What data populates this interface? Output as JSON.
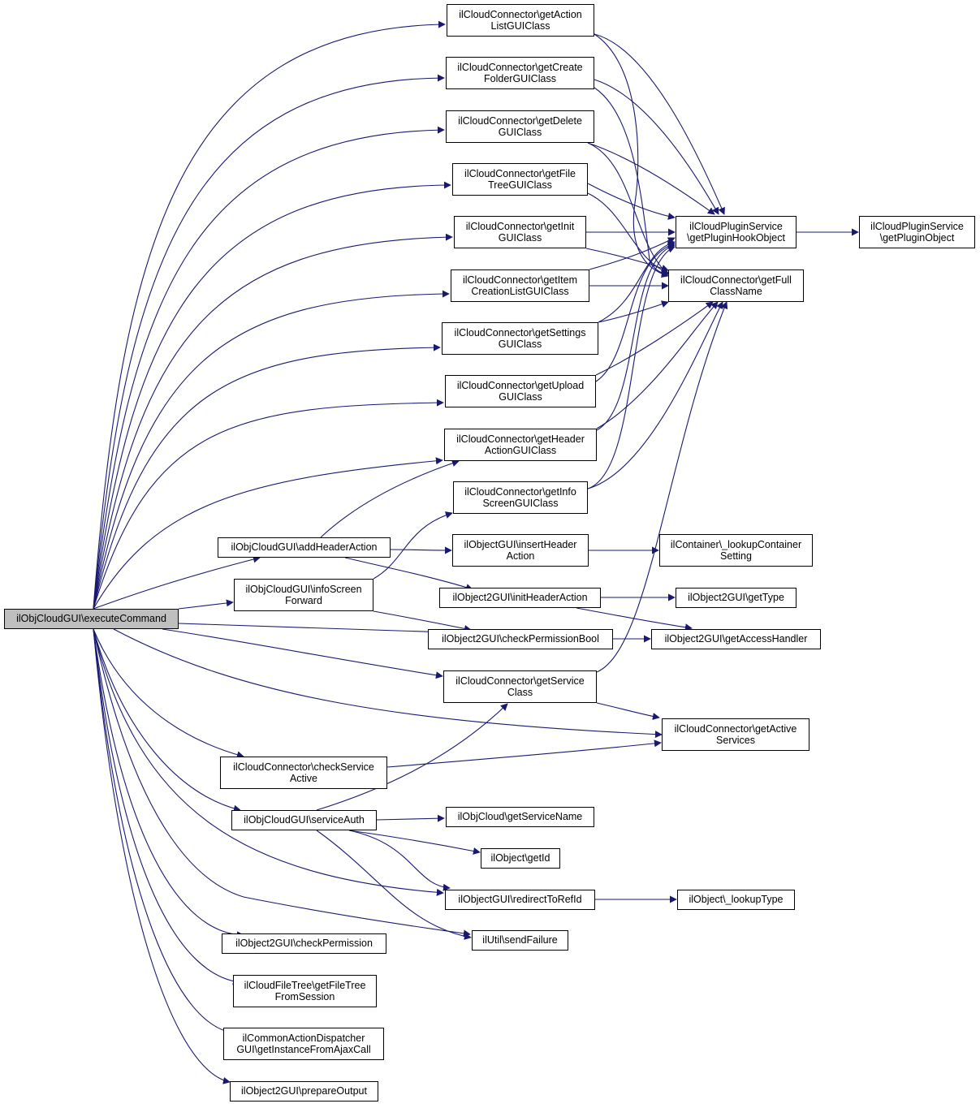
{
  "colors": {
    "edge": "#191970",
    "node_border": "#000000",
    "root_fill": "#bfbfbf",
    "node_fill": "#ffffff"
  },
  "nodes": {
    "executeCommand": {
      "line1": "ilObjCloudGUI\\executeCommand",
      "line2": ""
    },
    "getActionList": {
      "line1": "ilCloudConnector\\getAction",
      "line2": "ListGUIClass"
    },
    "getCreateFolder": {
      "line1": "ilCloudConnector\\getCreate",
      "line2": "FolderGUIClass"
    },
    "getDelete": {
      "line1": "ilCloudConnector\\getDelete",
      "line2": "GUIClass"
    },
    "getFileTree": {
      "line1": "ilCloudConnector\\getFile",
      "line2": "TreeGUIClass"
    },
    "getInit": {
      "line1": "ilCloudConnector\\getInit",
      "line2": "GUIClass"
    },
    "getItemCreation": {
      "line1": "ilCloudConnector\\getItem",
      "line2": "CreationListGUIClass"
    },
    "getSettings": {
      "line1": "ilCloudConnector\\getSettings",
      "line2": "GUIClass"
    },
    "getUpload": {
      "line1": "ilCloudConnector\\getUpload",
      "line2": "GUIClass"
    },
    "getHeaderAction": {
      "line1": "ilCloudConnector\\getHeader",
      "line2": "ActionGUIClass"
    },
    "getInfoScreen": {
      "line1": "ilCloudConnector\\getInfo",
      "line2": "ScreenGUIClass"
    },
    "getPluginHook": {
      "line1": "ilCloudPluginService",
      "line2": "\\getPluginHookObject"
    },
    "getPluginObject": {
      "line1": "ilCloudPluginService",
      "line2": "\\getPluginObject"
    },
    "getFullClassName": {
      "line1": "ilCloudConnector\\getFull",
      "line2": "ClassName"
    },
    "addHeaderAction": {
      "line1": "ilObjCloudGUI\\addHeaderAction",
      "line2": ""
    },
    "infoScreenForward": {
      "line1": "ilObjCloudGUI\\infoScreen",
      "line2": "Forward"
    },
    "insertHeaderAction": {
      "line1": "ilObjectGUI\\insertHeader",
      "line2": "Action"
    },
    "lookupContainerSetting": {
      "line1": "ilContainer\\_lookupContainer",
      "line2": "Setting"
    },
    "initHeaderAction": {
      "line1": "ilObject2GUI\\initHeaderAction",
      "line2": ""
    },
    "getType": {
      "line1": "ilObject2GUI\\getType",
      "line2": ""
    },
    "checkPermissionBool": {
      "line1": "ilObject2GUI\\checkPermissionBool",
      "line2": ""
    },
    "getAccessHandler": {
      "line1": "ilObject2GUI\\getAccessHandler",
      "line2": ""
    },
    "getServiceClass": {
      "line1": "ilCloudConnector\\getService",
      "line2": "Class"
    },
    "getActiveServices": {
      "line1": "ilCloudConnector\\getActive",
      "line2": "Services"
    },
    "checkServiceActive": {
      "line1": "ilCloudConnector\\checkService",
      "line2": "Active"
    },
    "serviceAuth": {
      "line1": "ilObjCloudGUI\\serviceAuth",
      "line2": ""
    },
    "getServiceName": {
      "line1": "ilObjCloud\\getServiceName",
      "line2": ""
    },
    "getId": {
      "line1": "ilObject\\getId",
      "line2": ""
    },
    "redirectToRefId": {
      "line1": "ilObjectGUI\\redirectToRefId",
      "line2": ""
    },
    "lookupType": {
      "line1": "ilObject\\_lookupType",
      "line2": ""
    },
    "sendFailure": {
      "line1": "ilUtil\\sendFailure",
      "line2": ""
    },
    "checkPermission": {
      "line1": "ilObject2GUI\\checkPermission",
      "line2": ""
    },
    "getFileTreeFromSession": {
      "line1": "ilCloudFileTree\\getFileTree",
      "line2": "FromSession"
    },
    "getInstanceFromAjax": {
      "line1": "ilCommonActionDispatcher",
      "line2": "GUI\\getInstanceFromAjaxCall"
    },
    "prepareOutput": {
      "line1": "ilObject2GUI\\prepareOutput",
      "line2": ""
    }
  }
}
